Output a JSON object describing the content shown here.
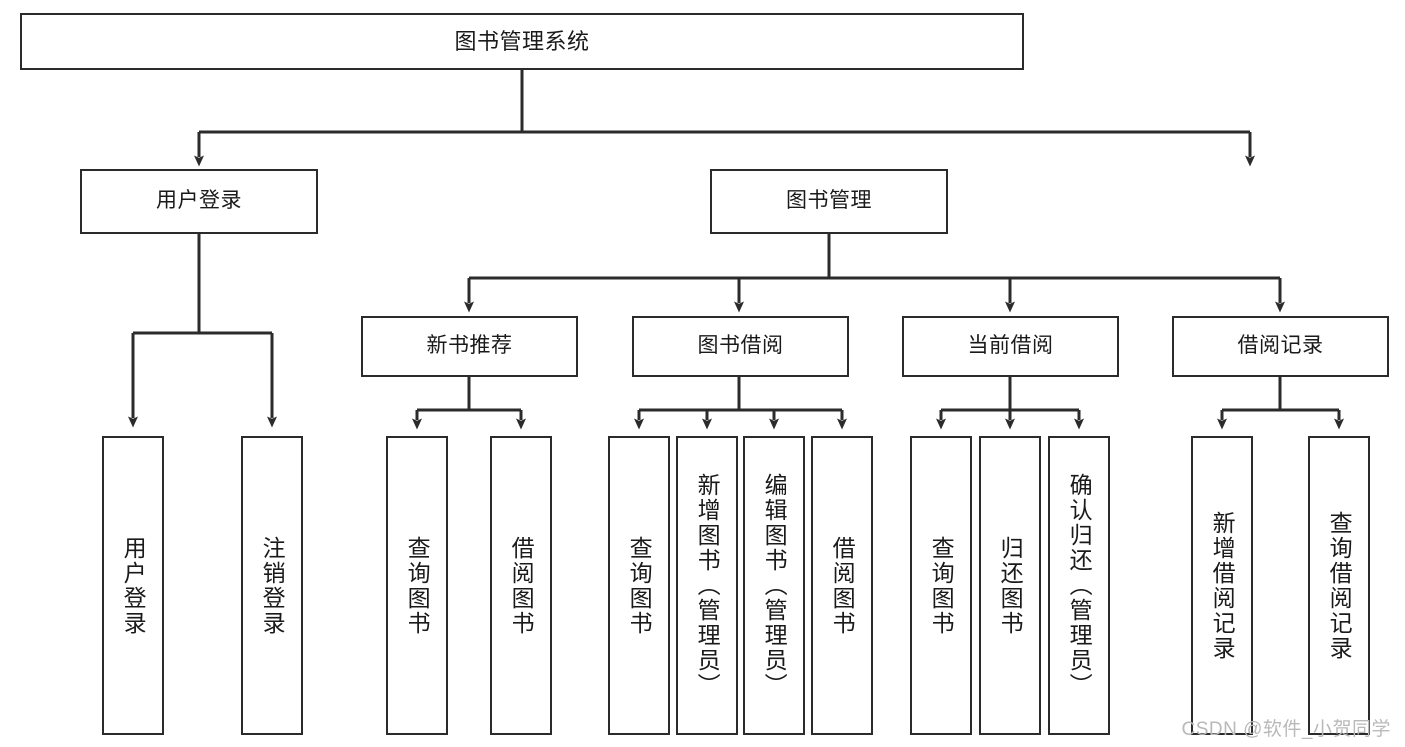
{
  "diagram": {
    "title": "图书管理系统",
    "type": "hierarchy-tree",
    "watermark": "CSDN @软件_小贺同学",
    "colors": {
      "box_border": "#2b2b2b",
      "box_fill": "#ffffff",
      "connector": "#2b2b2b",
      "text": "#1a1a1a",
      "watermark": "#b9b9b9"
    },
    "levels": {
      "root": {
        "label": "图书管理系统"
      },
      "level2": [
        {
          "id": "user-login",
          "label": "用户登录"
        },
        {
          "id": "book-manage",
          "label": "图书管理"
        }
      ],
      "level3": [
        {
          "id": "new-book-rec",
          "label": "新书推荐"
        },
        {
          "id": "book-borrow",
          "label": "图书借阅"
        },
        {
          "id": "current-borrow",
          "label": "当前借阅"
        },
        {
          "id": "borrow-record",
          "label": "借阅记录"
        }
      ],
      "leaves": {
        "user_login": [
          {
            "id": "leaf-user-login",
            "label": "用户登录"
          },
          {
            "id": "leaf-logout-login",
            "label": "注销登录"
          }
        ],
        "new_book_rec": [
          {
            "id": "leaf-query-book-1",
            "label": "查询图书"
          },
          {
            "id": "leaf-borrow-book-1",
            "label": "借阅图书"
          }
        ],
        "book_borrow": [
          {
            "id": "leaf-query-book-2",
            "label": "查询图书"
          },
          {
            "id": "leaf-add-book",
            "label": "新增图书（管理员）"
          },
          {
            "id": "leaf-edit-book",
            "label": "编辑图书（管理员）"
          },
          {
            "id": "leaf-borrow-book-2",
            "label": "借阅图书"
          }
        ],
        "current_borrow": [
          {
            "id": "leaf-query-book-3",
            "label": "查询图书"
          },
          {
            "id": "leaf-return-book",
            "label": "归还图书"
          },
          {
            "id": "leaf-confirm-return",
            "label": "确认归还（管理员）"
          }
        ],
        "borrow_record": [
          {
            "id": "leaf-add-record",
            "label": "新增借阅记录"
          },
          {
            "id": "leaf-query-record",
            "label": "查询借阅记录"
          }
        ]
      }
    }
  }
}
